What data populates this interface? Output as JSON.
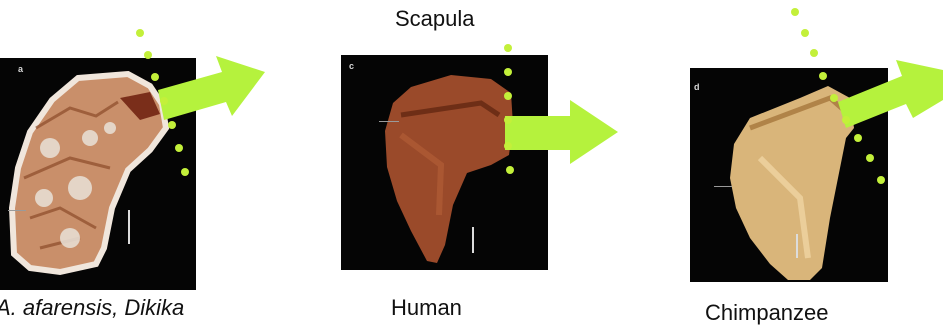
{
  "title": "Scapula",
  "specimens": [
    {
      "panel_letter": "a",
      "caption": "A. afarensis, Dikika",
      "bone_color": "#c98f6a"
    },
    {
      "panel_letter": "c",
      "caption": "Human",
      "bone_color": "#9a4a2a"
    },
    {
      "panel_letter": "d",
      "caption": "Chimpanzee",
      "bone_color": "#d9b57a"
    }
  ],
  "colors": {
    "arrow": "#b5f23d",
    "dots": "#c3f03a",
    "panel_background": "#050505"
  },
  "icons": [
    "arrow-right-icon"
  ]
}
